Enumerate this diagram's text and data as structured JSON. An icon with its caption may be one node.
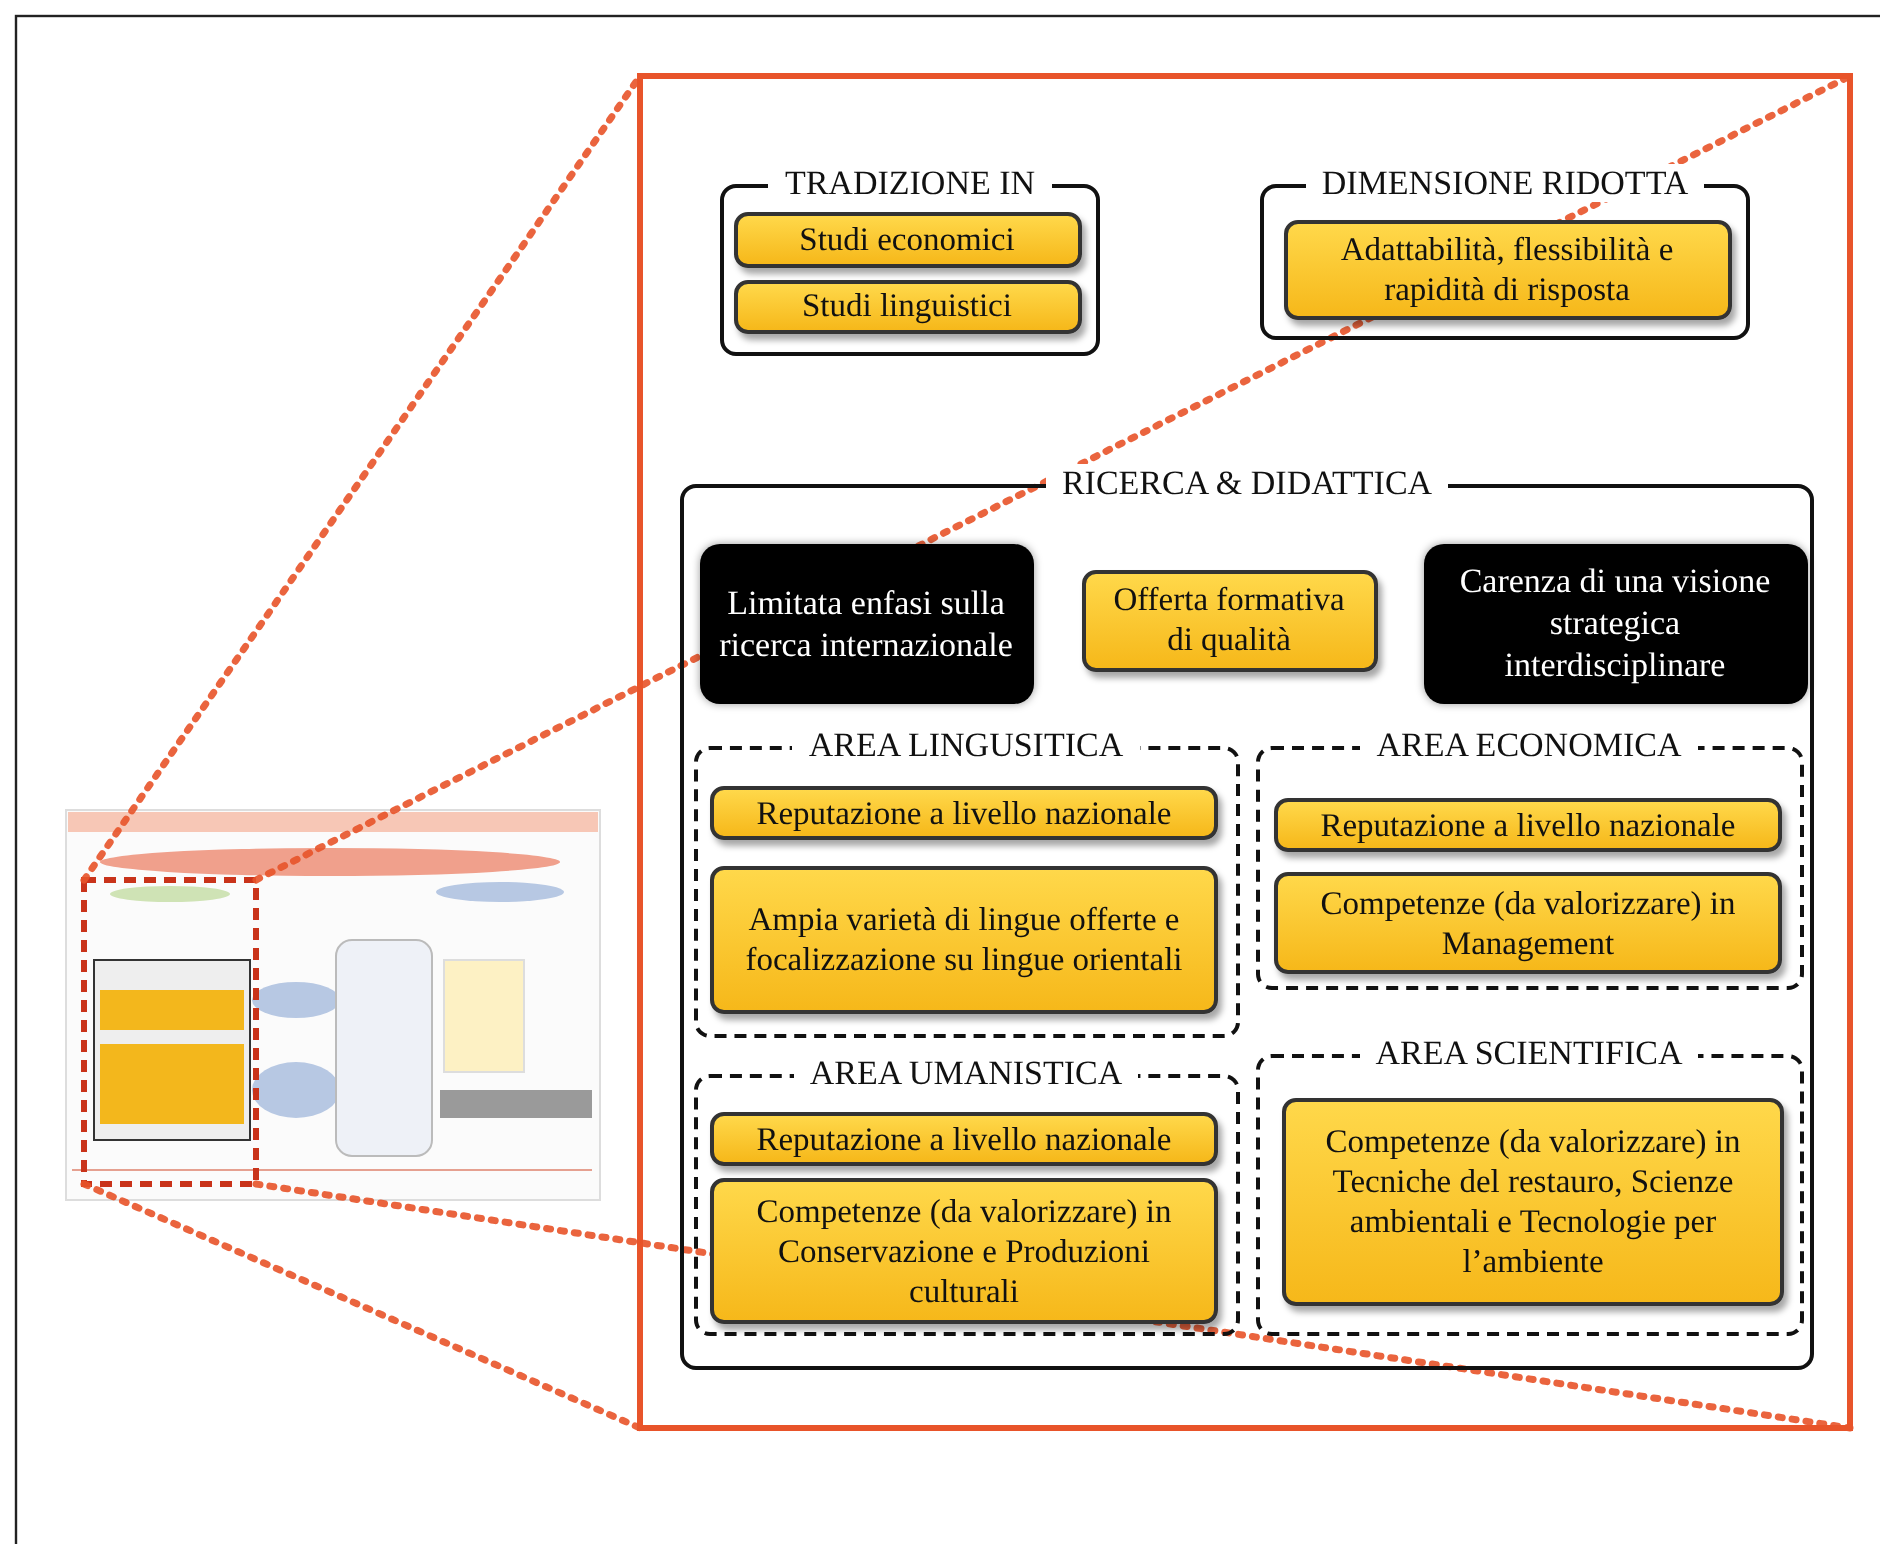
{
  "diagram": {
    "nodes": [
      {
        "text": [
          "TRADIZIONE IN"
        ]
      },
      {
        "text": [
          "Studi economici"
        ],
        "in": 0
      },
      {
        "text": [
          "Studi linguistici"
        ],
        "in": 0
      },
      {
        "text": [
          "DIMENSIONE RIDOTTA"
        ]
      },
      {
        "text": [
          "Adattabilità, flessibilità e rapidità di risposta"
        ],
        "in": 3
      },
      {
        "text": [
          "RICERCA & DIDATTICA"
        ]
      },
      {
        "text": [
          "Limitata enfasi sulla ricerca internazionale"
        ],
        "in": 5
      },
      {
        "text": [
          "Offerta formativa di qualità"
        ],
        "in": 5
      },
      {
        "text": [
          "Carenza di una visione strategica interdisciplinare"
        ],
        "in": 5
      },
      {
        "text": [
          "AREA LINGUSITICA"
        ],
        "in": 5
      },
      {
        "text": [
          "Reputazione a livello nazionale"
        ],
        "in": 9
      },
      {
        "text": [
          "Ampia varietà di lingue offerte e focalizzazione su lingue orientali"
        ],
        "in": 9
      },
      {
        "text": [
          "AREA ECONOMICA"
        ],
        "in": 5
      },
      {
        "text": [
          "Reputazione a livello nazionale"
        ],
        "in": 12
      },
      {
        "text": [
          "Competenze (da valorizzare) in Management"
        ],
        "in": 12
      },
      {
        "text": [
          "AREA UMANISTICA"
        ],
        "in": 5
      },
      {
        "text": [
          "Reputazione a livello nazionale"
        ],
        "in": 15
      },
      {
        "text": [
          "Competenze (da valorizzare) in Conservazione e Produzioni culturali"
        ],
        "in": 15
      },
      {
        "text": [
          "AREA SCIENTIFICA"
        ],
        "in": 5
      },
      {
        "text": [
          "Competenze (da valorizzare) in Tecniche del restauro, Scienze ambientali e Tecnologie per l’ambiente"
        ],
        "in": 18
      }
    ]
  }
}
